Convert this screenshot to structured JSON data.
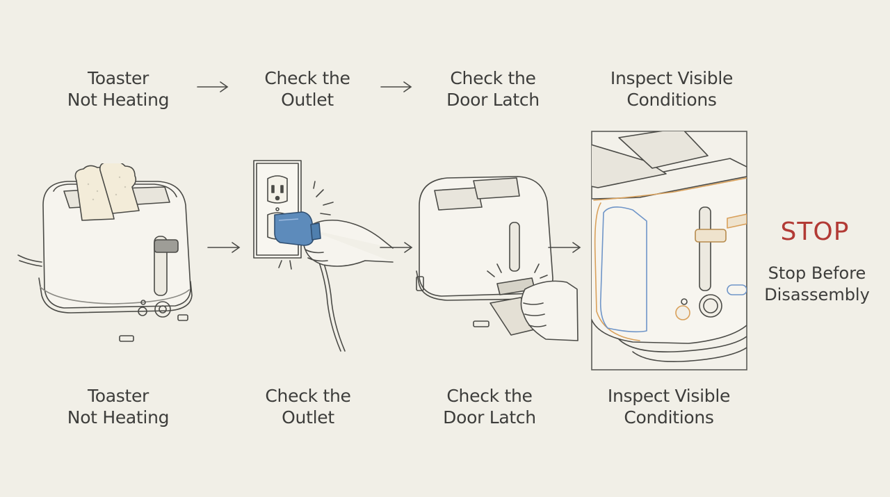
{
  "top_steps": [
    {
      "line1": "Toaster",
      "line2": "Not Heating"
    },
    {
      "line1": "Check the",
      "line2": "Outlet"
    },
    {
      "line1": "Check the",
      "line2": "Door Latch"
    },
    {
      "line1": "Inspect Visible",
      "line2": "Conditions"
    }
  ],
  "bottom_steps": [
    {
      "line1": "Toaster",
      "line2": "Not Heating"
    },
    {
      "line1": "Check the",
      "line2": "Outlet"
    },
    {
      "line1": "Check the",
      "line2": "Door Latch"
    },
    {
      "line1": "Inspect Visible",
      "line2": "Conditions"
    }
  ],
  "stop": {
    "title": "STOP",
    "line1": "Stop Before",
    "line2": "Disassembly",
    "color": "#b23a35"
  },
  "colors": {
    "background": "#f1efe7",
    "ink": "#4a4a46",
    "plug": "#4f7fae",
    "highlight_orange": "#d9a05a",
    "highlight_blue": "#6f95c8"
  },
  "icons": [
    "toaster-with-bread-icon",
    "outlet-plug-icon",
    "door-latch-icon",
    "toaster-closeup-icon",
    "arrow-right-icon"
  ]
}
